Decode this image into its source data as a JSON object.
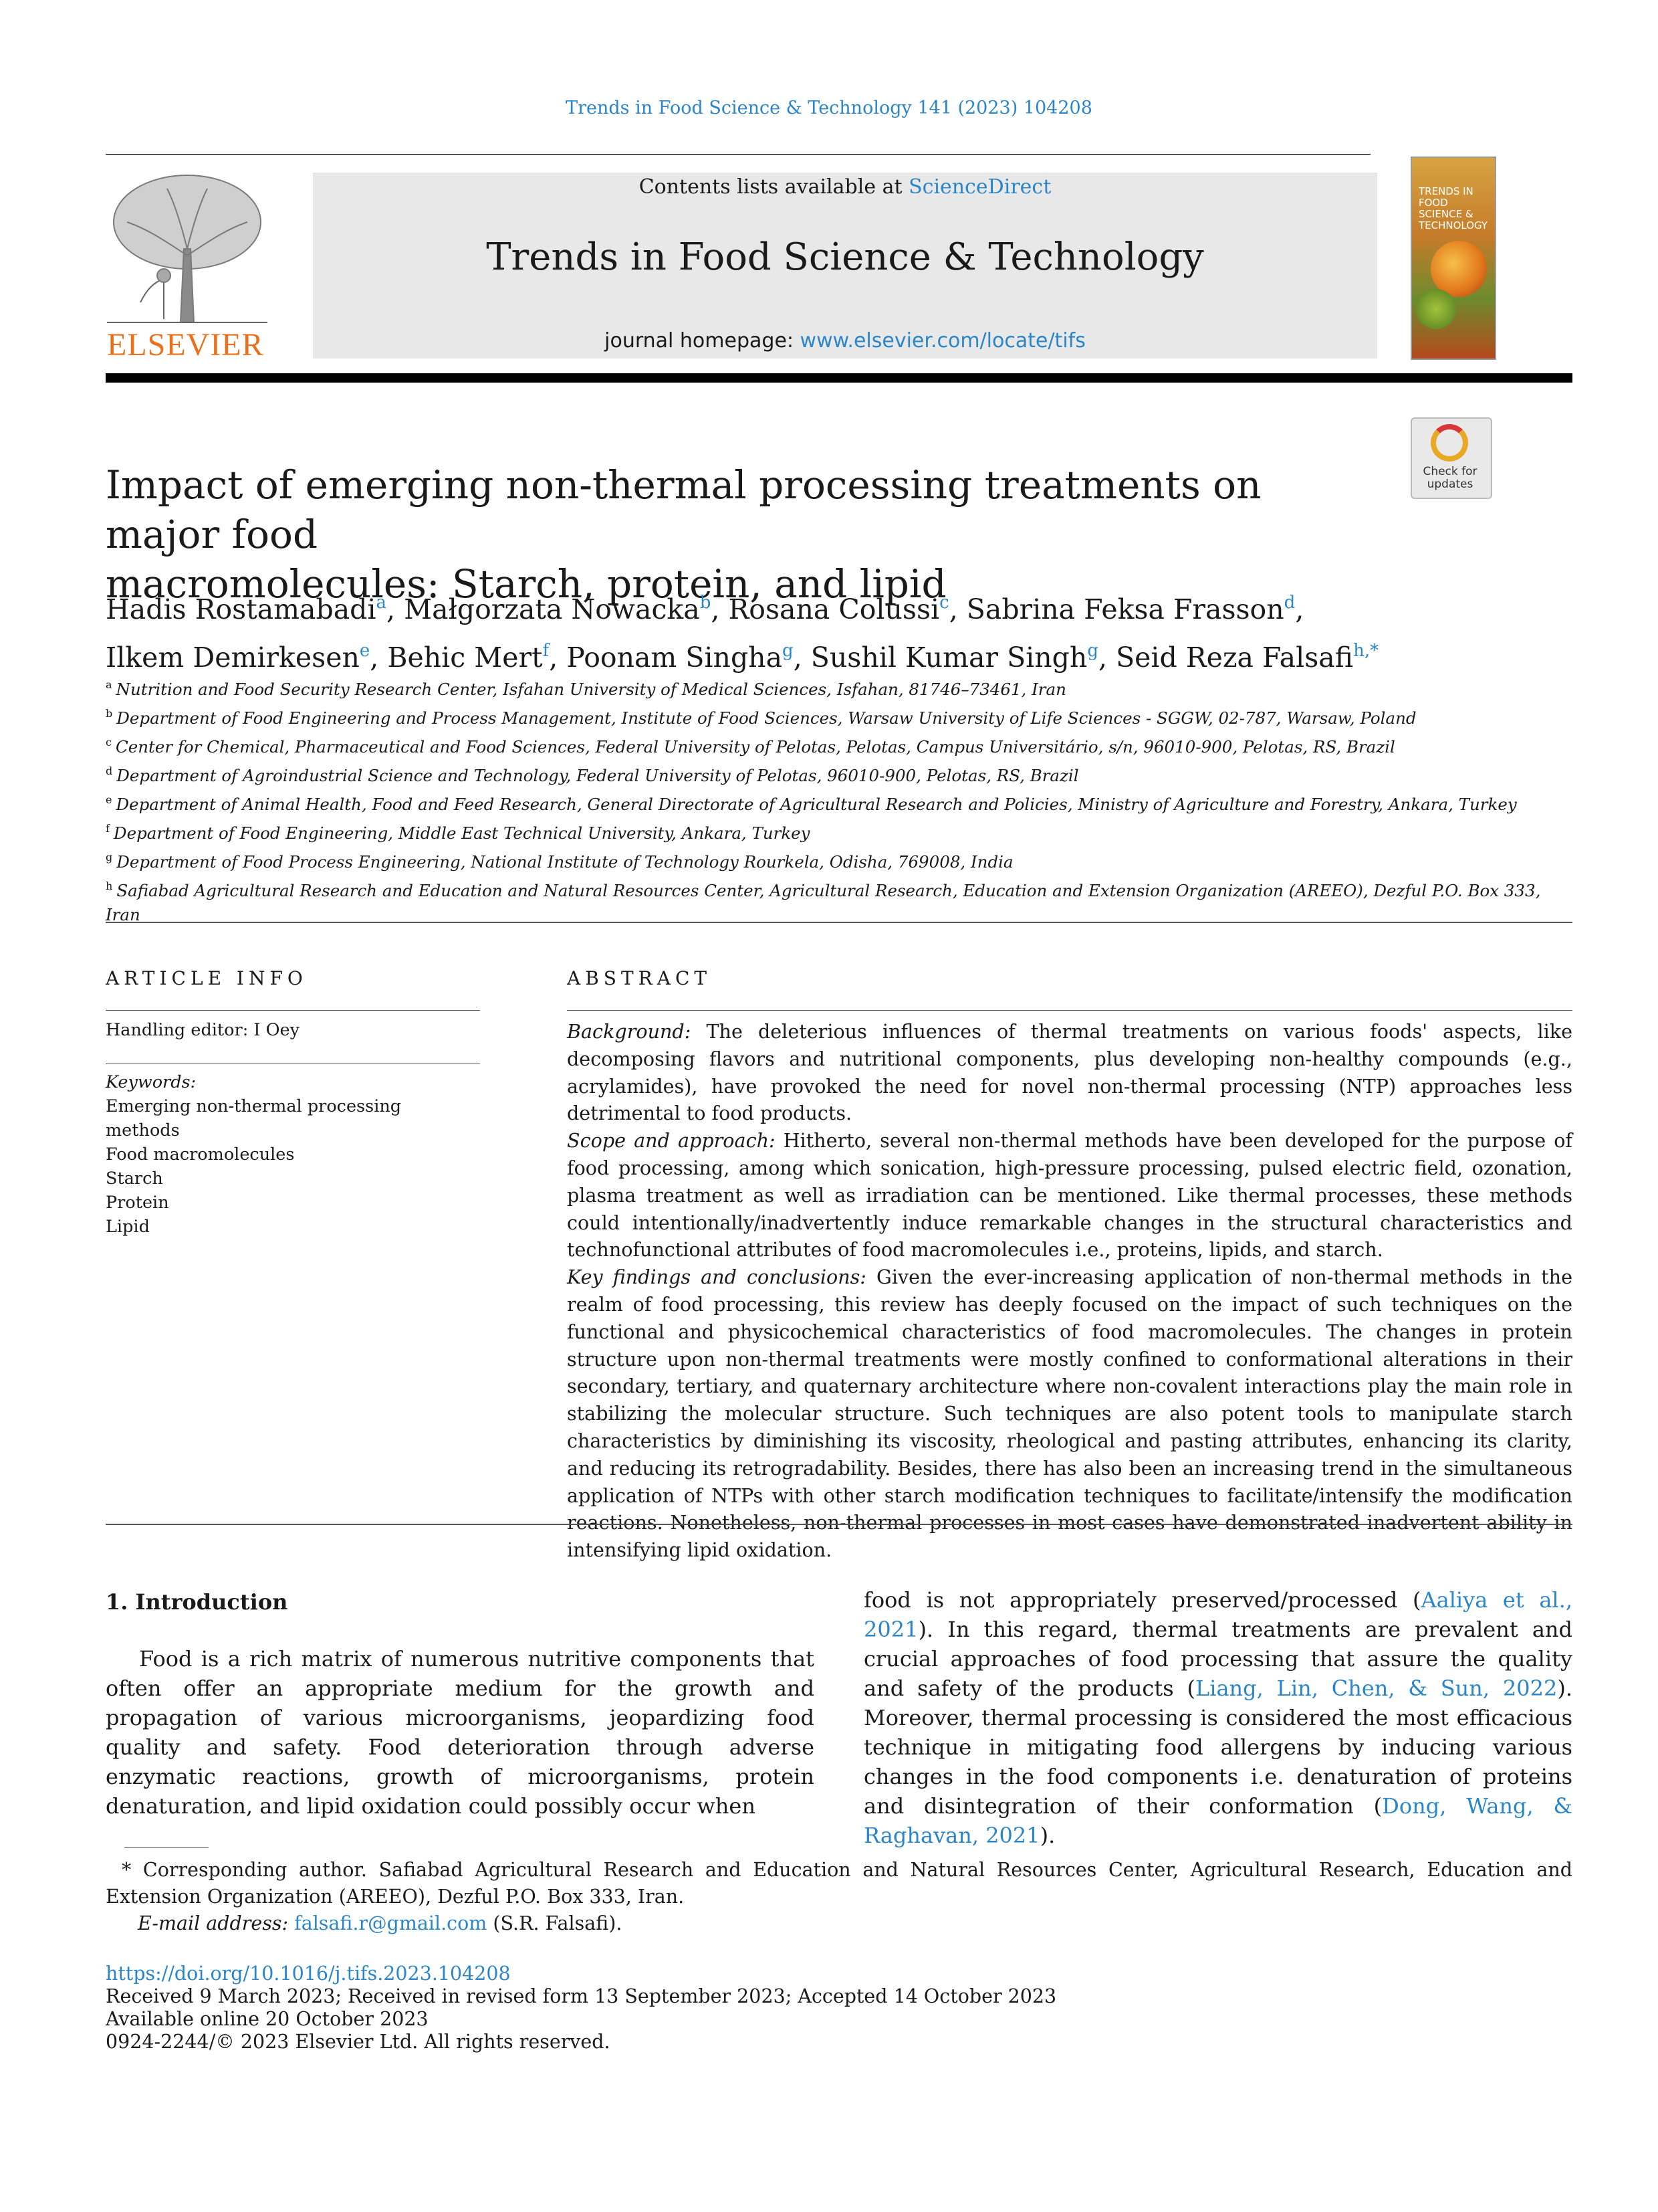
{
  "running_head": "Trends in Food Science & Technology 141 (2023) 104208",
  "masthead": {
    "contents_prefix": "Contents lists available at ",
    "contents_link": "ScienceDirect",
    "journal_title": "Trends in Food Science & Technology",
    "homepage_prefix": "journal homepage: ",
    "homepage_link": "www.elsevier.com/locate/tifs",
    "publisher": "ELSEVIER",
    "cover_text": "TRENDS IN FOOD SCIENCE & TECHNOLOGY",
    "check_badge": "Check for updates"
  },
  "article": {
    "title_line1": "Impact of emerging non-thermal processing treatments on major food",
    "title_line2": "macromolecules: Starch, protein, and lipid",
    "authors": [
      {
        "name": "Hadis Rostamabadi",
        "sup": "a"
      },
      {
        "name": "Małgorzata Nowacka",
        "sup": "b"
      },
      {
        "name": "Rosana Colussi",
        "sup": "c"
      },
      {
        "name": "Sabrina Feksa Frasson",
        "sup": "d"
      },
      {
        "name": "Ilkem Demirkesen",
        "sup": "e"
      },
      {
        "name": "Behic Mert",
        "sup": "f"
      },
      {
        "name": "Poonam Singha",
        "sup": "g"
      },
      {
        "name": "Sushil Kumar Singh",
        "sup": "g"
      },
      {
        "name": "Seid Reza Falsafi",
        "sup": "h,*"
      }
    ],
    "affiliations": [
      {
        "sup": "a",
        "text": "Nutrition and Food Security Research Center, Isfahan University of Medical Sciences, Isfahan, 81746–73461, Iran"
      },
      {
        "sup": "b",
        "text": "Department of Food Engineering and Process Management, Institute of Food Sciences, Warsaw University of Life Sciences - SGGW, 02-787, Warsaw, Poland"
      },
      {
        "sup": "c",
        "text": "Center for Chemical, Pharmaceutical and Food Sciences, Federal University of Pelotas, Pelotas, Campus Universitário, s/n, 96010-900, Pelotas, RS, Brazil"
      },
      {
        "sup": "d",
        "text": "Department of Agroindustrial Science and Technology, Federal University of Pelotas, 96010-900, Pelotas, RS, Brazil"
      },
      {
        "sup": "e",
        "text": "Department of Animal Health, Food and Feed Research, General Directorate of Agricultural Research and Policies, Ministry of Agriculture and Forestry, Ankara, Turkey"
      },
      {
        "sup": "f",
        "text": "Department of Food Engineering, Middle East Technical University, Ankara, Turkey"
      },
      {
        "sup": "g",
        "text": "Department of Food Process Engineering, National Institute of Technology Rourkela, Odisha, 769008, India"
      },
      {
        "sup": "h",
        "text": "Safiabad Agricultural Research and Education and Natural Resources Center, Agricultural Research, Education and Extension Organization (AREEO), Dezful P.O. Box 333, Iran"
      }
    ]
  },
  "article_info": {
    "heading": "ARTICLE INFO",
    "handling_editor": "Handling editor: I Oey",
    "keywords_label": "Keywords:",
    "keywords": [
      "Emerging non-thermal processing methods",
      "Food macromolecules",
      "Starch",
      "Protein",
      "Lipid"
    ]
  },
  "abstract": {
    "heading": "ABSTRACT",
    "background_label": "Background:",
    "background": " The deleterious influences of thermal treatments on various foods' aspects, like decomposing flavors and nutritional components, plus developing non-healthy compounds (e.g., acrylamides), have provoked the need for novel non-thermal processing (NTP) approaches less detrimental to food products.",
    "scope_label": "Scope and approach:",
    "scope": " Hitherto, several non-thermal methods have been developed for the purpose of food processing, among which sonication, high-pressure processing, pulsed electric field, ozonation, plasma treatment as well as irradiation can be mentioned. Like thermal processes, these methods could intentionally/inadvertently induce remarkable changes in the structural characteristics and technofunctional attributes of food macromolecules i.e., proteins, lipids, and starch.",
    "findings_label": "Key findings and conclusions:",
    "findings": " Given the ever-increasing application of non-thermal methods in the realm of food processing, this review has deeply focused on the impact of such techniques on the functional and physicochemical characteristics of food macromolecules. The changes in protein structure upon non-thermal treatments were mostly confined to conformational alterations in their secondary, tertiary, and quaternary architecture where non-covalent interactions play the main role in stabilizing the molecular structure. Such techniques are also potent tools to manipulate starch characteristics by diminishing its viscosity, rheological and pasting attributes, enhancing its clarity, and reducing its retrogradability. Besides, there has also been an increasing trend in the simultaneous application of NTPs with other starch modification techniques to facilitate/intensify the modification reactions. Nonetheless, non-thermal processes in most cases have demonstrated inadvertent ability in intensifying lipid oxidation."
  },
  "introduction": {
    "heading": "1.  Introduction",
    "left_paragraph": "Food is a rich matrix of numerous nutritive components that often offer an appropriate medium for the growth and propagation of various microorganisms, jeopardizing food quality and safety. Food deterioration through adverse enzymatic reactions, growth of microorganisms, protein denaturation, and lipid oxidation could possibly occur when",
    "right_p1": "food is not appropriately preserved/processed (",
    "right_cite1": "Aaliya et al., 2021",
    "right_p2": "). In this regard, thermal treatments are prevalent and crucial approaches of food processing that assure the quality and safety of the products (",
    "right_cite2": "Liang, Lin, Chen, & Sun, 2022",
    "right_p3": "). Moreover, thermal processing is considered the most efficacious technique in mitigating food allergens by inducing various changes in the food components i.e. denaturation of proteins and disintegration of their conformation (",
    "right_cite3": "Dong, Wang, & Raghavan, 2021",
    "right_p4": ")."
  },
  "footnote": {
    "corresponding": "* Corresponding author. Safiabad Agricultural Research and Education and Natural Resources Center, Agricultural Research, Education and Extension Organization (AREEO), Dezful P.O. Box 333, Iran.",
    "email_label": "E-mail address:",
    "email": "falsafi.r@gmail.com",
    "email_suffix": " (S.R. Falsafi)."
  },
  "pubinfo": {
    "doi": "https://doi.org/10.1016/j.tifs.2023.104208",
    "received": "Received 9 March 2023; Received in revised form 13 September 2023; Accepted 14 October 2023",
    "available": "Available online 20 October 2023",
    "copyright": "0924-2244/© 2023 Elsevier Ltd. All rights reserved."
  }
}
